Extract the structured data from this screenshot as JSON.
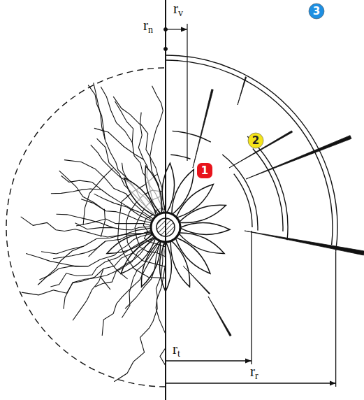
{
  "diagram": {
    "nodes": [
      {
        "text": [
          "1"
        ]
      },
      {
        "text": [
          "2"
        ]
      },
      {
        "text": [
          "3"
        ]
      }
    ],
    "labels": [
      "rv",
      "rn",
      "rt",
      "rr"
    ]
  }
}
